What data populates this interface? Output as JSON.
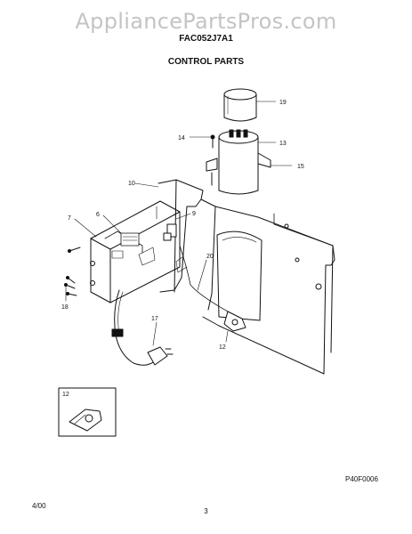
{
  "watermark": "AppliancePartsPros.com",
  "model_number": "FAC052J7A1",
  "section_title": "CONTROL PARTS",
  "callouts": {
    "c19": "19",
    "c14": "14",
    "c13": "13",
    "c15": "15",
    "c10": "10",
    "c9": "9",
    "c6": "6",
    "c7": "7",
    "c20": "20",
    "c18": "18",
    "c17": "17",
    "c12": "12",
    "c12_inset": "12"
  },
  "page_code": "P40F0006",
  "date": "4/00",
  "page_number": "3"
}
